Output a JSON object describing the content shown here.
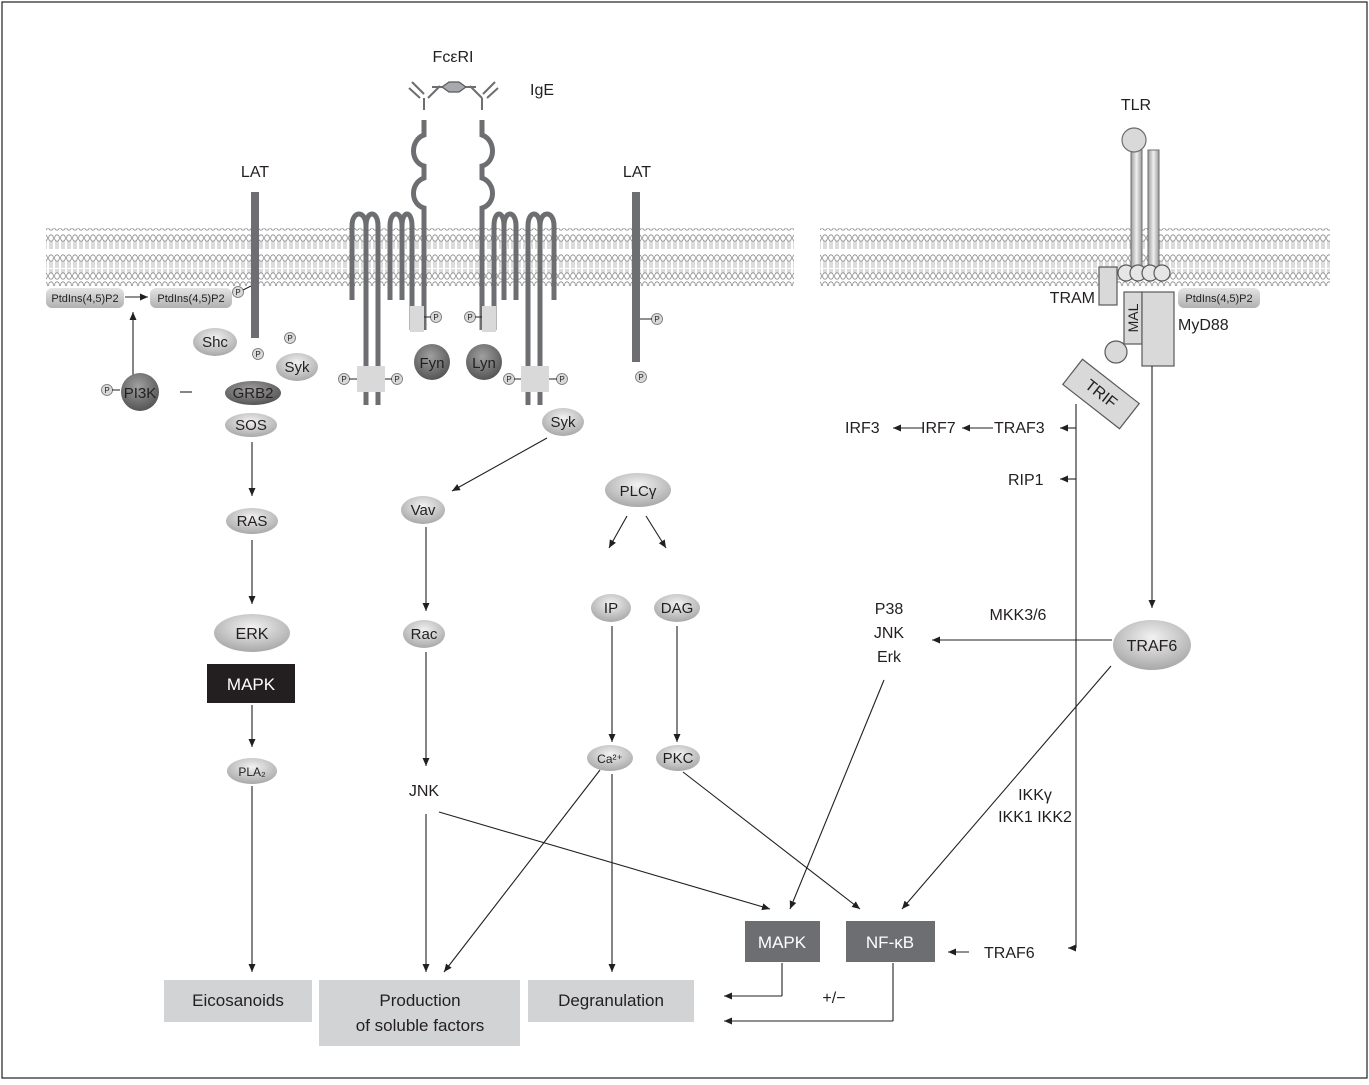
{
  "receptors": {
    "fceri": "FcεRI",
    "ige": "IgE",
    "lat_left": "LAT",
    "lat_right": "LAT",
    "tlr": "TLR"
  },
  "phospho": "P",
  "left_pathway": {
    "pip_a": "PtdIns(4,5)P2",
    "pip_b": "PtdIns(4,5)P2",
    "pi3k": "PI3K",
    "shc": "Shc",
    "syk": "Syk",
    "grb2": "GRB2",
    "sos": "SOS",
    "ras": "RAS",
    "erk": "ERK",
    "mapk": "MAPK",
    "pla2": "PLA₂"
  },
  "center_pathway": {
    "fyn": "Fyn",
    "lyn": "Lyn",
    "syk": "Syk",
    "vav": "Vav",
    "rac": "Rac",
    "jnk": "JNK",
    "plcg": "PLCγ",
    "ip": "IP",
    "dag": "DAG",
    "ca": "Ca²⁺",
    "pkc": "PKC"
  },
  "tlr_pathway": {
    "tram": "TRAM",
    "mal": "MAL",
    "pip": "PtdIns(4,5)P2",
    "myd88": "MyD88",
    "trif": "TRIF",
    "irf3": "IRF3",
    "irf7": "IRF7",
    "traf3": "TRAF3",
    "rip1": "RIP1",
    "p38": "P38",
    "jnk": "JNK",
    "erk": "Erk",
    "mkk": "MKK3/6",
    "traf6": "TRAF6",
    "ikkg": "IKKγ",
    "ikk12": "IKK1 IKK2",
    "traf6_lower": "TRAF6"
  },
  "outputs": {
    "mapk": "MAPK",
    "nfkb": "NF-κB",
    "plus_minus": "+/−",
    "eicosanoids": "Eicosanoids",
    "production_line1": "Production",
    "production_line2": "of soluble factors",
    "degranulation": "Degranulation"
  }
}
